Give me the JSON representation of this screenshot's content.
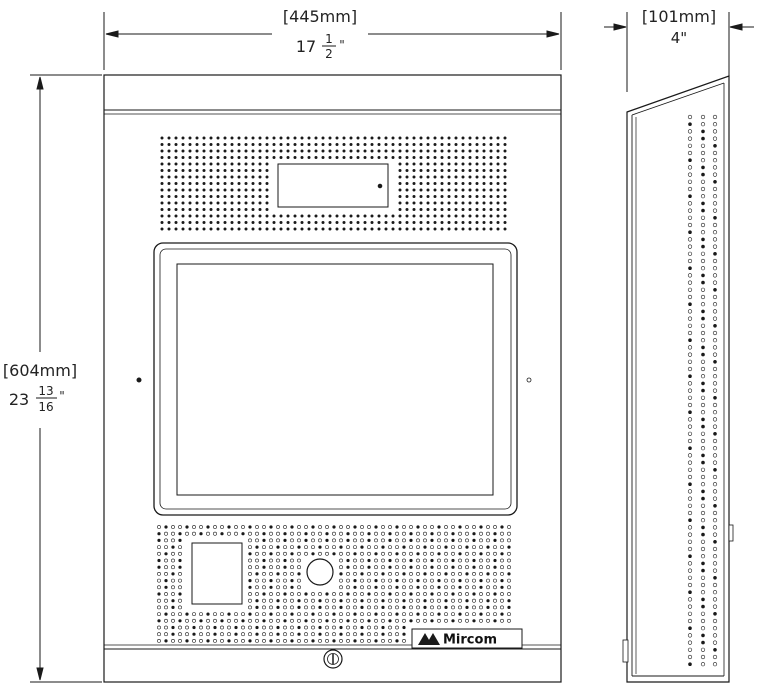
{
  "dimensions": {
    "width": {
      "metric": "[445mm]",
      "imperial_whole": "17",
      "imperial_num": "1",
      "imperial_den": "2",
      "inch_mark": "\""
    },
    "height": {
      "metric": "[604mm]",
      "imperial_whole": "23",
      "imperial_num": "13",
      "imperial_den": "16",
      "inch_mark": "\""
    },
    "depth": {
      "metric": "[101mm]",
      "imperial": "4\""
    }
  },
  "logo": {
    "text": "Mircom"
  },
  "colors": {
    "line": "#1a1a1a",
    "fill": "#ffffff"
  }
}
